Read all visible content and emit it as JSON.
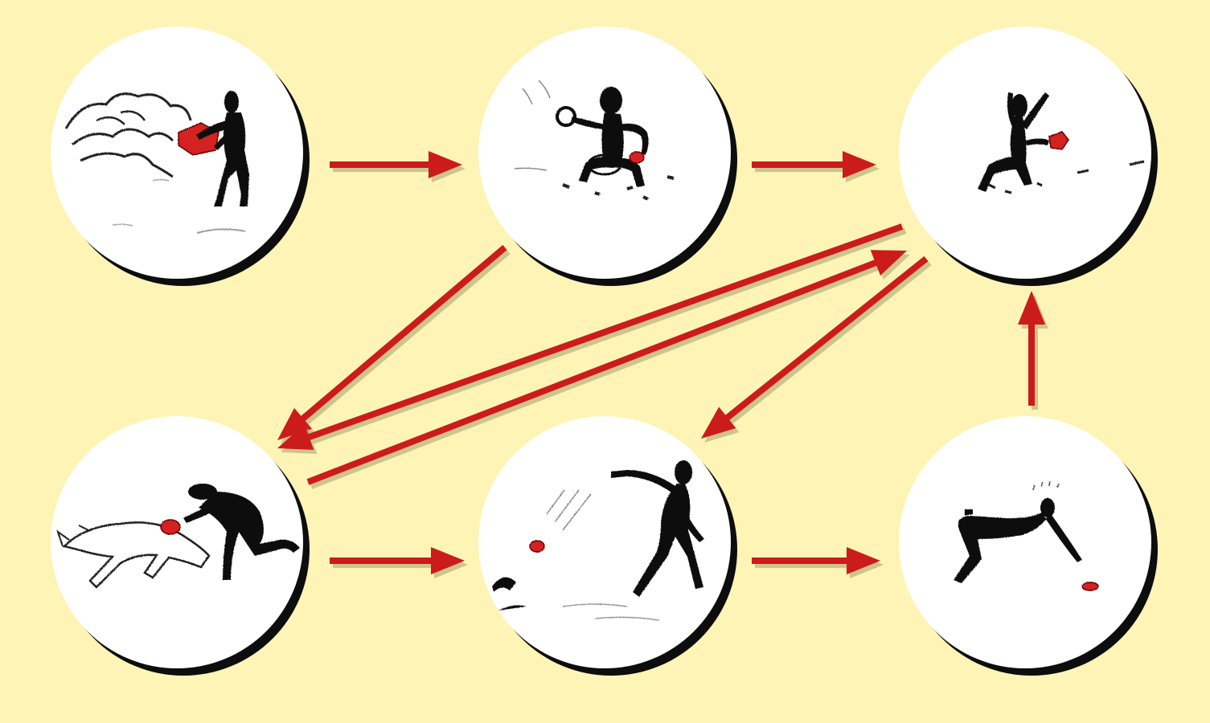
{
  "colors": {
    "background": "#fdf4b5",
    "circle_fill": "#ffffff",
    "circle_shadow": "#0d0d0d",
    "arrow": "#cc1b1b",
    "arrow_shadow": "#a79d6e",
    "figure": "#111111",
    "stone": "#d42020"
  },
  "panels": [
    {
      "id": "collect-stone",
      "icon": "figure-carrying-stone-icon"
    },
    {
      "id": "knap-core",
      "icon": "figure-knapping-stone-icon"
    },
    {
      "id": "shape-tool",
      "icon": "figure-shaping-tool-icon"
    },
    {
      "id": "butcher-animal",
      "icon": "figure-butchering-animal-icon"
    },
    {
      "id": "throw-tool",
      "icon": "figure-throwing-tool-icon"
    },
    {
      "id": "pick-up-tool",
      "icon": "figure-picking-up-tool-icon"
    }
  ],
  "flows": [
    {
      "from": "collect-stone",
      "to": "knap-core"
    },
    {
      "from": "knap-core",
      "to": "shape-tool"
    },
    {
      "from": "knap-core",
      "to": "butcher-animal"
    },
    {
      "from": "shape-tool",
      "to": "butcher-animal"
    },
    {
      "from": "butcher-animal",
      "to": "shape-tool"
    },
    {
      "from": "shape-tool",
      "to": "throw-tool"
    },
    {
      "from": "butcher-animal",
      "to": "throw-tool"
    },
    {
      "from": "throw-tool",
      "to": "pick-up-tool"
    },
    {
      "from": "pick-up-tool",
      "to": "shape-tool"
    }
  ]
}
